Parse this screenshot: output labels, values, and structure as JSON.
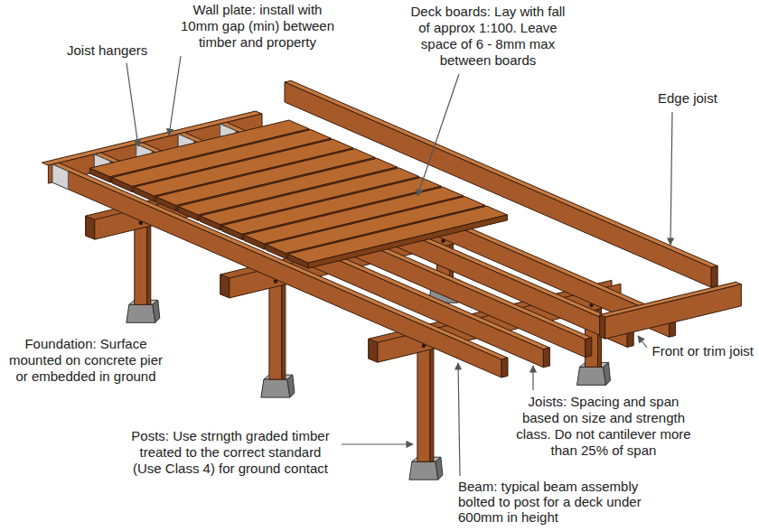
{
  "diagram": {
    "labels": [
      "Wall plate: install with 10mm gap (min) between timber and property",
      "Deck boards: Lay with fall of approx 1:100. Leave space of 6 - 8mm max between boards",
      "Joist hangers",
      "Edge joist",
      "Foundation: Surface mounted on concrete pier or embedded in ground",
      "Front or trim joist",
      "Joists: Spacing and span based on size and strength class. Do not cantilever more than 25% of span",
      "Posts: Use strngth graded timber treated to the correct standard (Use Class 4) for ground contact",
      "Beam: typical beam assembly bolted to post for a deck under 600mm in height"
    ]
  }
}
